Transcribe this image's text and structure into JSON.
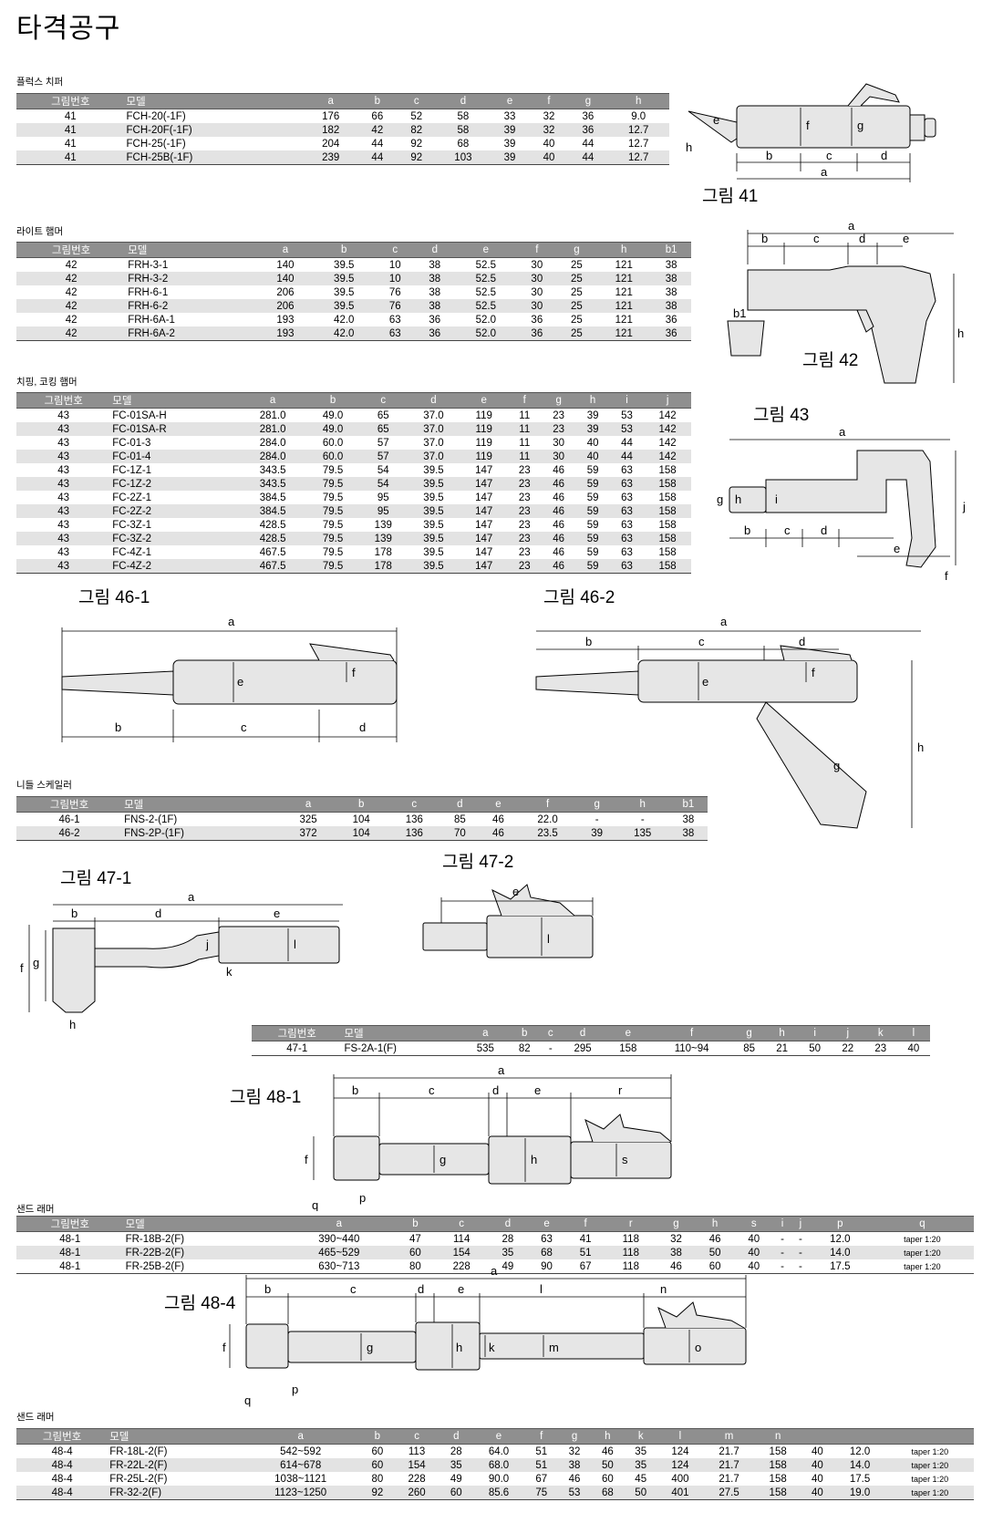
{
  "page_title": "타격공구",
  "sections": {
    "flux": {
      "label": "플럭스 치퍼",
      "columns": [
        "그림번호",
        "모델",
        "a",
        "b",
        "c",
        "d",
        "e",
        "f",
        "g",
        "h"
      ],
      "rows": [
        [
          "41",
          "FCH-20(-1F)",
          "176",
          "66",
          "52",
          "58",
          "33",
          "32",
          "36",
          "9.0"
        ],
        [
          "41",
          "FCH-20F(-1F)",
          "182",
          "42",
          "82",
          "58",
          "39",
          "32",
          "36",
          "12.7"
        ],
        [
          "41",
          "FCH-25(-1F)",
          "204",
          "44",
          "92",
          "68",
          "39",
          "40",
          "44",
          "12.7"
        ],
        [
          "41",
          "FCH-25B(-1F)",
          "239",
          "44",
          "92",
          "103",
          "39",
          "40",
          "44",
          "12.7"
        ]
      ]
    },
    "light": {
      "label": "라이트 햄머",
      "columns": [
        "그림번호",
        "모델",
        "a",
        "b",
        "c",
        "d",
        "e",
        "f",
        "g",
        "h",
        "b1"
      ],
      "rows": [
        [
          "42",
          "FRH-3-1",
          "140",
          "39.5",
          "10",
          "38",
          "52.5",
          "30",
          "25",
          "121",
          "38"
        ],
        [
          "42",
          "FRH-3-2",
          "140",
          "39.5",
          "10",
          "38",
          "52.5",
          "30",
          "25",
          "121",
          "38"
        ],
        [
          "42",
          "FRH-6-1",
          "206",
          "39.5",
          "76",
          "38",
          "52.5",
          "30",
          "25",
          "121",
          "38"
        ],
        [
          "42",
          "FRH-6-2",
          "206",
          "39.5",
          "76",
          "38",
          "52.5",
          "30",
          "25",
          "121",
          "38"
        ],
        [
          "42",
          "FRH-6A-1",
          "193",
          "42.0",
          "63",
          "36",
          "52.0",
          "36",
          "25",
          "121",
          "36"
        ],
        [
          "42",
          "FRH-6A-2",
          "193",
          "42.0",
          "63",
          "36",
          "52.0",
          "36",
          "25",
          "121",
          "36"
        ]
      ]
    },
    "chipping": {
      "label": "치핑, 코킹 햄머",
      "columns": [
        "그림번호",
        "모델",
        "a",
        "b",
        "c",
        "d",
        "e",
        "f",
        "g",
        "h",
        "i",
        "j"
      ],
      "rows": [
        [
          "43",
          "FC-01SA-H",
          "281.0",
          "49.0",
          "65",
          "37.0",
          "119",
          "11",
          "23",
          "39",
          "53",
          "142"
        ],
        [
          "43",
          "FC-01SA-R",
          "281.0",
          "49.0",
          "65",
          "37.0",
          "119",
          "11",
          "23",
          "39",
          "53",
          "142"
        ],
        [
          "43",
          "FC-01-3",
          "284.0",
          "60.0",
          "57",
          "37.0",
          "119",
          "11",
          "30",
          "40",
          "44",
          "142"
        ],
        [
          "43",
          "FC-01-4",
          "284.0",
          "60.0",
          "57",
          "37.0",
          "119",
          "11",
          "30",
          "40",
          "44",
          "142"
        ],
        [
          "43",
          "FC-1Z-1",
          "343.5",
          "79.5",
          "54",
          "39.5",
          "147",
          "23",
          "46",
          "59",
          "63",
          "158"
        ],
        [
          "43",
          "FC-1Z-2",
          "343.5",
          "79.5",
          "54",
          "39.5",
          "147",
          "23",
          "46",
          "59",
          "63",
          "158"
        ],
        [
          "43",
          "FC-2Z-1",
          "384.5",
          "79.5",
          "95",
          "39.5",
          "147",
          "23",
          "46",
          "59",
          "63",
          "158"
        ],
        [
          "43",
          "FC-2Z-2",
          "384.5",
          "79.5",
          "95",
          "39.5",
          "147",
          "23",
          "46",
          "59",
          "63",
          "158"
        ],
        [
          "43",
          "FC-3Z-1",
          "428.5",
          "79.5",
          "139",
          "39.5",
          "147",
          "23",
          "46",
          "59",
          "63",
          "158"
        ],
        [
          "43",
          "FC-3Z-2",
          "428.5",
          "79.5",
          "139",
          "39.5",
          "147",
          "23",
          "46",
          "59",
          "63",
          "158"
        ],
        [
          "43",
          "FC-4Z-1",
          "467.5",
          "79.5",
          "178",
          "39.5",
          "147",
          "23",
          "46",
          "59",
          "63",
          "158"
        ],
        [
          "43",
          "FC-4Z-2",
          "467.5",
          "79.5",
          "178",
          "39.5",
          "147",
          "23",
          "46",
          "59",
          "63",
          "158"
        ]
      ]
    },
    "needle": {
      "label": "니들 스케일러",
      "columns": [
        "그림번호",
        "모델",
        "a",
        "b",
        "c",
        "d",
        "e",
        "f",
        "g",
        "h",
        "b1"
      ],
      "rows": [
        [
          "46-1",
          "FNS-2-(1F)",
          "325",
          "104",
          "136",
          "85",
          "46",
          "22.0",
          "-",
          "-",
          "38"
        ],
        [
          "46-2",
          "FNS-2P-(1F)",
          "372",
          "104",
          "136",
          "70",
          "46",
          "23.5",
          "39",
          "135",
          "38"
        ]
      ]
    },
    "fs": {
      "columns": [
        "그림번호",
        "모델",
        "a",
        "b",
        "c",
        "d",
        "e",
        "f",
        "g",
        "h",
        "i",
        "j",
        "k",
        "l"
      ],
      "rows": [
        [
          "47-1",
          "FS-2A-1(F)",
          "535",
          "82",
          "-",
          "295",
          "158",
          "110~94",
          "85",
          "21",
          "50",
          "22",
          "23",
          "40"
        ]
      ]
    },
    "sand1": {
      "label": "샌드 래머",
      "columns": [
        "그림번호",
        "모델",
        "a",
        "b",
        "c",
        "d",
        "e",
        "f",
        "r",
        "g",
        "h",
        "s",
        "i",
        "j",
        "p",
        "q"
      ],
      "rows": [
        [
          "48-1",
          "FR-18B-2(F)",
          "390~440",
          "47",
          "114",
          "28",
          "63",
          "41",
          "118",
          "32",
          "46",
          "40",
          "-",
          "-",
          "12.0",
          "taper 1:20"
        ],
        [
          "48-1",
          "FR-22B-2(F)",
          "465~529",
          "60",
          "154",
          "35",
          "68",
          "51",
          "118",
          "38",
          "50",
          "40",
          "-",
          "-",
          "14.0",
          "taper 1:20"
        ],
        [
          "48-1",
          "FR-25B-2(F)",
          "630~713",
          "80",
          "228",
          "49",
          "90",
          "67",
          "118",
          "46",
          "60",
          "40",
          "-",
          "-",
          "17.5",
          "taper 1:20"
        ]
      ]
    },
    "sand2": {
      "label": "샌드 래머",
      "columns": [
        "그림번호",
        "모델",
        "a",
        "b",
        "c",
        "d",
        "e",
        "f",
        "g",
        "h",
        "k",
        "l",
        "m",
        "n",
        "",
        "",
        ""
      ],
      "rows": [
        [
          "48-4",
          "FR-18L-2(F)",
          "542~592",
          "60",
          "113",
          "28",
          "64.0",
          "51",
          "32",
          "46",
          "35",
          "124",
          "21.7",
          "158",
          "40",
          "12.0",
          "taper 1:20"
        ],
        [
          "48-4",
          "FR-22L-2(F)",
          "614~678",
          "60",
          "154",
          "35",
          "68.0",
          "51",
          "38",
          "50",
          "35",
          "124",
          "21.7",
          "158",
          "40",
          "14.0",
          "taper 1:20"
        ],
        [
          "48-4",
          "FR-25L-2(F)",
          "1038~1121",
          "80",
          "228",
          "49",
          "90.0",
          "67",
          "46",
          "60",
          "45",
          "400",
          "21.7",
          "158",
          "40",
          "17.5",
          "taper 1:20"
        ],
        [
          "48-4",
          "FR-32-2(F)",
          "1123~1250",
          "92",
          "260",
          "60",
          "85.6",
          "75",
          "53",
          "68",
          "50",
          "401",
          "27.5",
          "158",
          "40",
          "19.0",
          "taper 1:20"
        ]
      ]
    }
  },
  "figures": {
    "fig41": "그림 41",
    "fig42": "그림 42",
    "fig43": "그림 43",
    "fig46_1": "그림 46-1",
    "fig46_2": "그림 46-2",
    "fig47_1": "그림 47-1",
    "fig47_2": "그림 47-2",
    "fig48_1": "그림 48-1",
    "fig48_4": "그림 48-4"
  }
}
